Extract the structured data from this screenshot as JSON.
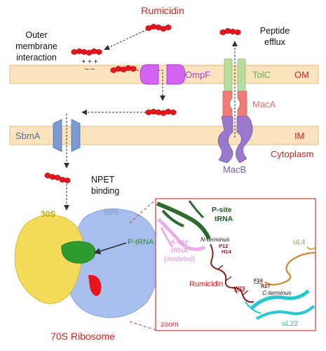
{
  "top": {
    "title": "Rumicidin",
    "outer_interaction_l1": "Outer",
    "outer_interaction_l2": "membrane",
    "outer_interaction_l3": "interaction",
    "charges_plus": "+ + +",
    "charges_minus": "– –",
    "peptide_efflux_l1": "Peptide",
    "peptide_efflux_l2": "efflux"
  },
  "membranes": {
    "om": "OM",
    "im": "IM",
    "cytoplasm": "Cytoplasm"
  },
  "proteins": {
    "ompf": "OmpF",
    "tolc": "TolC",
    "maca": "MacA",
    "macb": "MacB",
    "sbma": "SbmA"
  },
  "ribosome": {
    "npet_l1": "NPET",
    "npet_l2": "binding",
    "s30": "30S",
    "s50": "50S",
    "ptrna": "P-tRNA",
    "title": "70S Ribosome"
  },
  "zoom": {
    "psite_l1": "P-site",
    "psite_l2": "tRNA",
    "asite_l1": "A-site",
    "asite_l2": "tRNA",
    "asite_l3": "(modeled)",
    "nterm": "N-terminus",
    "cterm": "C-terminus",
    "p12": "P12",
    "h14": "H14",
    "f24": "F24",
    "w23": "W23",
    "r27": "R27",
    "rumicidin": "Rumicidin",
    "ul4": "uL4",
    "ul22": "uL22",
    "zoom": "zoom"
  },
  "colors": {
    "peptide": "#e8151c",
    "membrane": "#fbe4bd",
    "membrane_line": "#e6b880",
    "ompf": "#d462f2",
    "tolc": "#b8dc9e",
    "maca": "#f07c78",
    "macb": "#9a78cc",
    "sbma": "#7b9bd0",
    "s30": "#f2dc5a",
    "s50": "#a8bfee",
    "ptrna": "#2f9a2f",
    "zoom_border": "#d43a3a",
    "ul4": "#c98a2e",
    "ul22": "#26c8d0",
    "asite": "#e8a0e6"
  }
}
